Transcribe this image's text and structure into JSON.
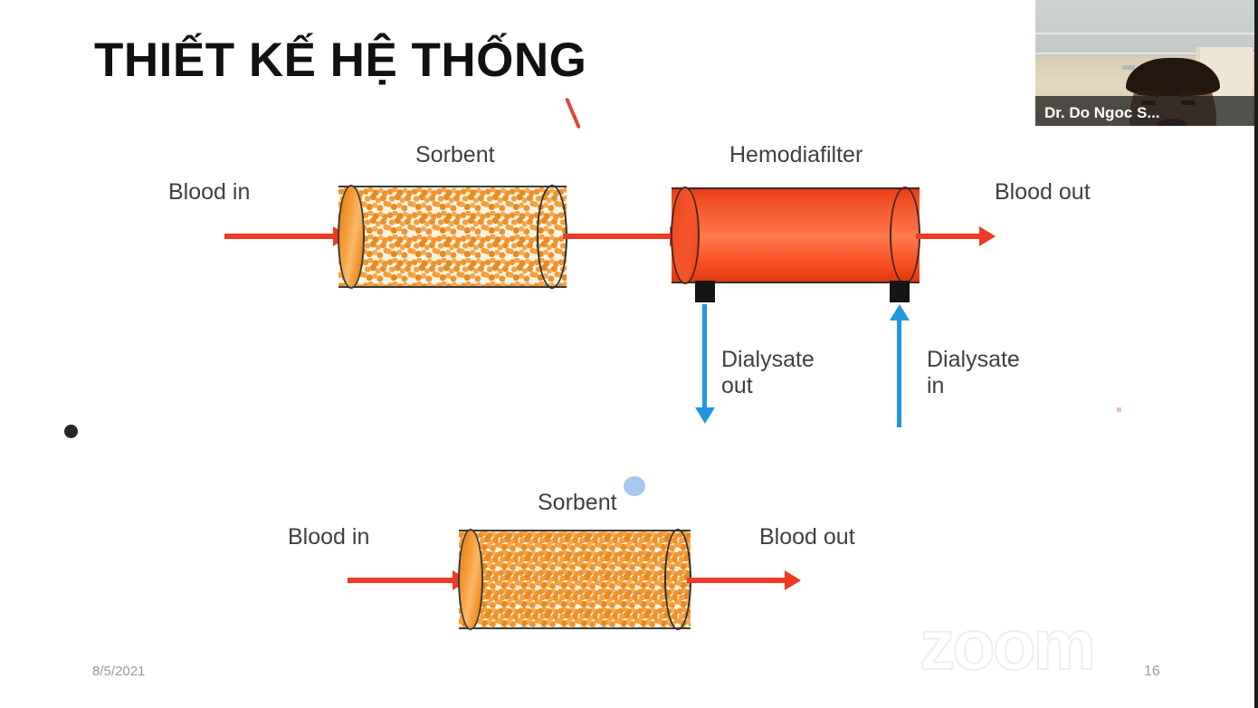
{
  "slide": {
    "title": "THIẾT KẾ HỆ THỐNG",
    "footer_date": "8/5/2021",
    "page_number": "16",
    "watermark": "zoom",
    "background_color": "#ffffff"
  },
  "diagram_top": {
    "label_sorbent": "Sorbent",
    "label_hemodiafilter": "Hemodiafilter",
    "label_blood_in": "Blood in",
    "label_blood_out": "Blood out",
    "label_dialysate_out_line1": "Dialysate",
    "label_dialysate_out_line2": "out",
    "label_dialysate_in_line1": "Dialysate",
    "label_dialysate_in_line2": "in",
    "blood_arrow_color": "#ef3a27",
    "dialysate_arrow_color": "#2196dd",
    "sorbent_color": "#f09a33",
    "hemodiafilter_color": "#f4522a"
  },
  "diagram_bottom": {
    "label_sorbent": "Sorbent",
    "label_blood_in": "Blood in",
    "label_blood_out": "Blood out"
  },
  "annotations": {
    "ink_stroke_color": "#e0443c",
    "cursor_dot_color": "#a8c7f0",
    "bullet_color": "#262626"
  },
  "video_tile": {
    "participant_name": "Dr. Do Ngoc S..."
  }
}
